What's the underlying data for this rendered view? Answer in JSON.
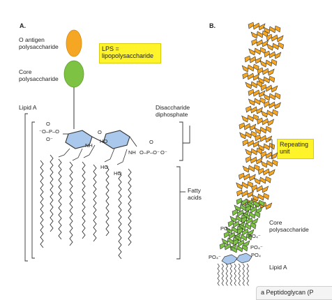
{
  "panel_a": {
    "label": "A.",
    "o_antigen": "O antigen\npolysaccharide",
    "core": "Core\npolysaccharide",
    "lps_box": "LPS =\nlipopolysaccharide",
    "lipid_a": "Lipid A",
    "disaccharide": "Disaccharide\ndiphosphate",
    "fatty_acids": "Fatty\nacids",
    "chem": {
      "phosphate_left": "⁻O–P–O",
      "o_minus": "O⁻",
      "o_double": "O",
      "nh1": "NH",
      "nh2": "NH",
      "ho1": "HO",
      "ho2": "HO",
      "ho3": "HO",
      "o_label": "O",
      "phosphate_right": "O–P–O⁻",
      "o_minus_r": "O⁻",
      "o_double_r": "O"
    }
  },
  "panel_b": {
    "label": "B.",
    "repeating_unit": "Repeating\nunit",
    "core": "Core\npolysaccharide",
    "lipid_a": "Lipid A",
    "po4": "PO₄",
    "po4_minus": "PO₄⁻"
  },
  "bottom_tab": "a  Peptidoglycan (P",
  "colors": {
    "o_antigen": "#f5a623",
    "core": "#7dc242",
    "sugar_ring": "#a9c8ec",
    "highlight": "#fff32a"
  }
}
